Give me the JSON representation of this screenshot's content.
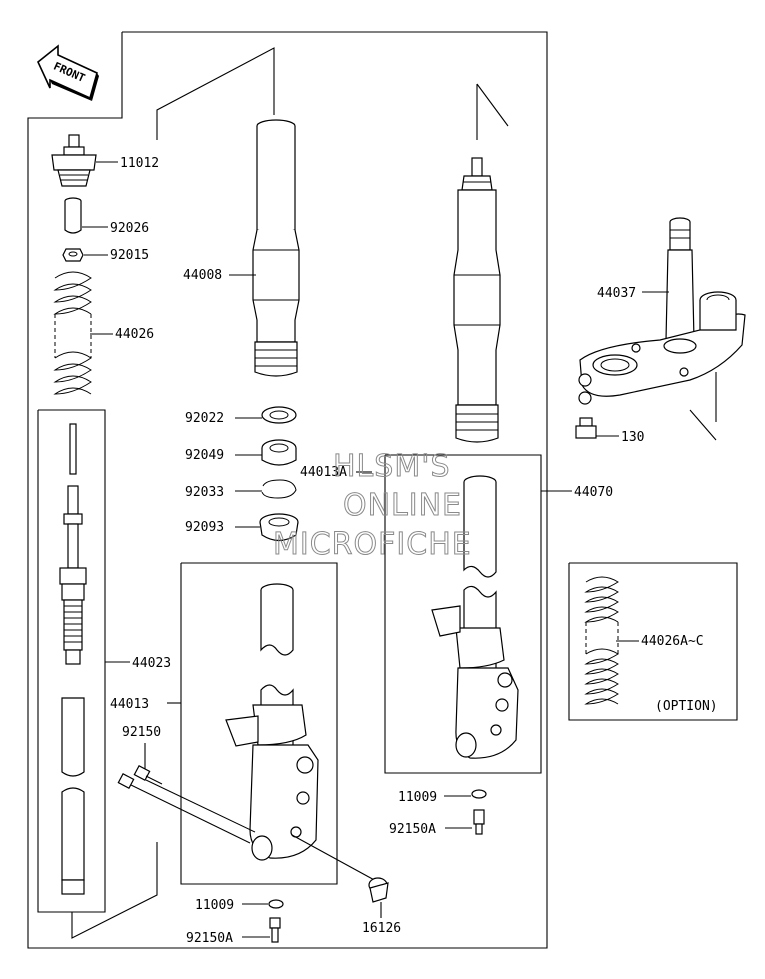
{
  "front_badge": {
    "text": "FRONT",
    "icon": "front-arrow-icon"
  },
  "watermark": [
    "HLSM'S",
    "ONLINE",
    "MICROFICHE"
  ],
  "labels": {
    "p11012": "11012",
    "p92026": "92026",
    "p92015": "92015",
    "p44026": "44026",
    "p44008": "44008",
    "p92022": "92022",
    "p92049": "92049",
    "p44013A": "44013A",
    "p92033": "92033",
    "p92093": "92093",
    "p44070": "44070",
    "p44037": "44037",
    "p130": "130",
    "p44026AC": "44026A~C",
    "option": "(OPTION)",
    "p44023": "44023",
    "p44013": "44013",
    "p92150": "92150",
    "p11009_top": "11009",
    "p92150A_top": "92150A",
    "p11009_bottom": "11009",
    "p92150A_bottom": "92150A",
    "p16126": "16126"
  }
}
